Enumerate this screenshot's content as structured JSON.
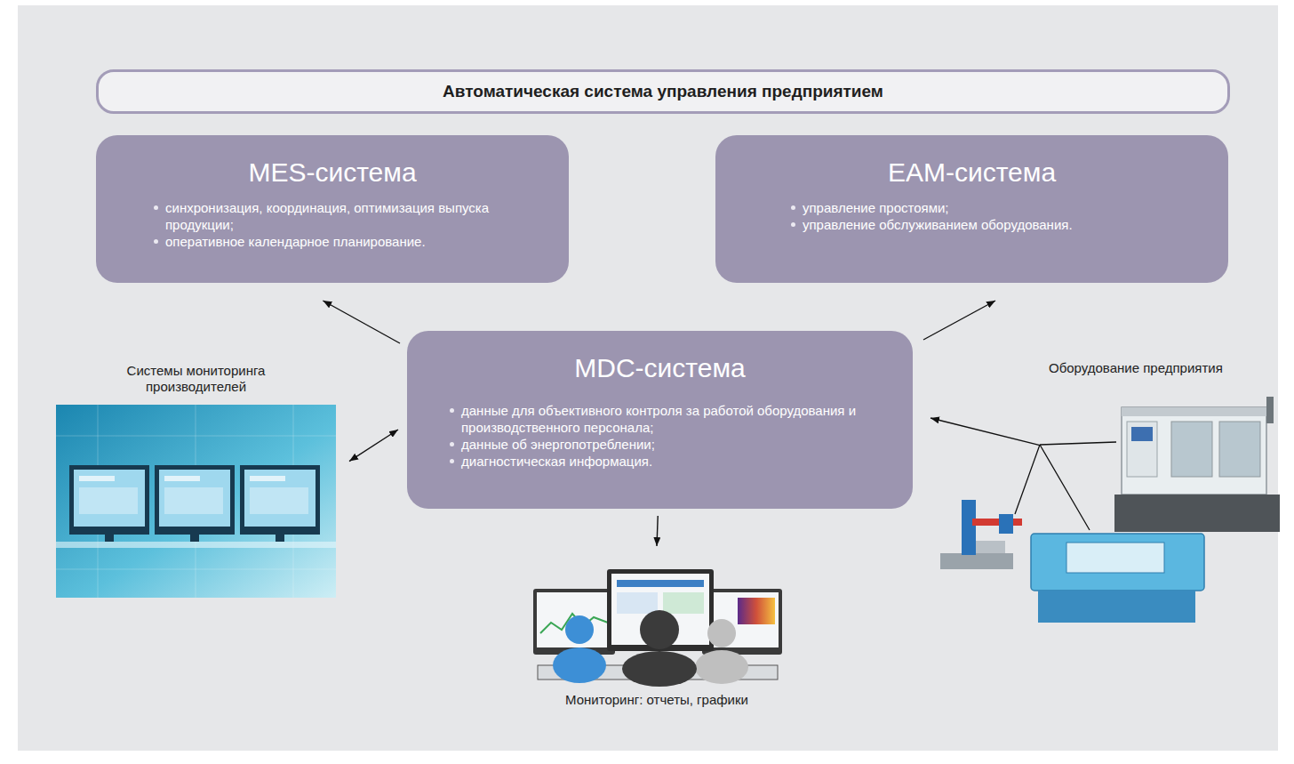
{
  "diagram": {
    "nodes": [
      {
        "text": [
          "Автоматическая система управления предприятием"
        ]
      },
      {
        "text": [
          "MES-система",
          "синхронизация, координация, оптимизация выпуска продукции;",
          "оперативное календарное планирование."
        ]
      },
      {
        "text": [
          "EAM-система",
          "управление простоями;",
          "управление обслуживанием оборудования."
        ]
      },
      {
        "text": [
          "Системы мониторинга производителей"
        ]
      },
      {
        "text": [
          "MDC-система",
          "данные для объективного контроля за работой оборудования и производственного персонала;",
          "данные об энергопотреблении;",
          "диагностическая информация."
        ]
      },
      {
        "text": [
          "Оборудование предприятия"
        ]
      },
      {
        "text": [
          "Мониторинг: отчеты, графики"
        ]
      }
    ],
    "edges": [
      {
        "from": 4,
        "to": 1,
        "arrow": "to"
      },
      {
        "from": 4,
        "to": 2,
        "arrow": "to"
      },
      {
        "from": 3,
        "to": 4,
        "arrow": "both"
      },
      {
        "from": 5,
        "to": 4,
        "arrow": "to"
      },
      {
        "from": 4,
        "to": 6,
        "arrow": "to"
      }
    ]
  }
}
